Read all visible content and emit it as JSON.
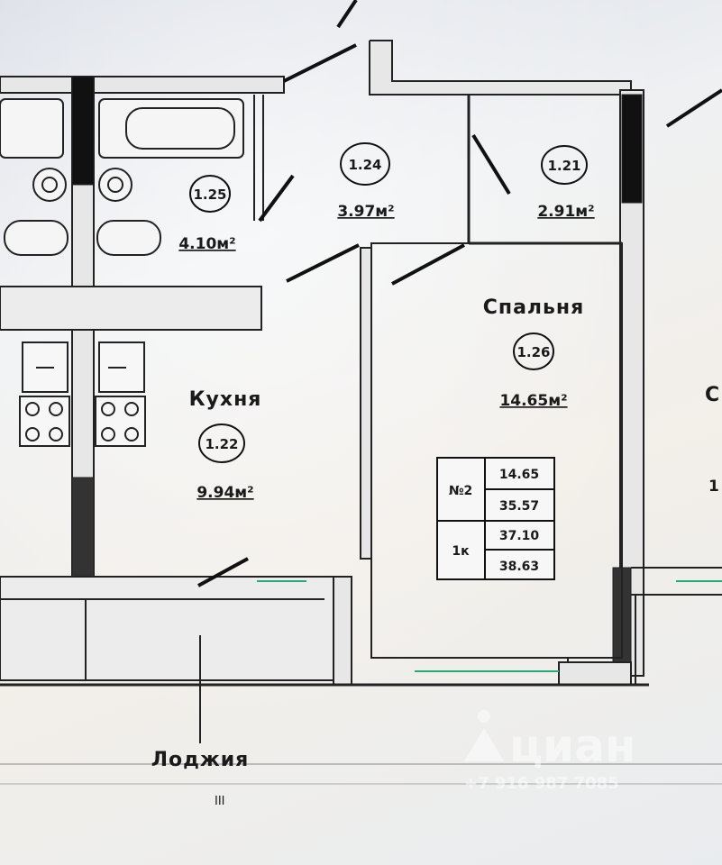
{
  "rooms": {
    "kitchen": {
      "name": "Кухня",
      "number": "1.22",
      "area": "9.94м²"
    },
    "bedroom": {
      "name": "Спальня",
      "number": "1.26",
      "area": "14.65м²"
    },
    "bathroom": {
      "number": "1.25",
      "area": "4.10м²"
    },
    "corridor": {
      "number": "1.24",
      "area": "3.97м²"
    },
    "wc": {
      "number": "1.21",
      "area": "2.91м²"
    },
    "loggia": {
      "name": "Лоджия"
    }
  },
  "apartment_table": {
    "id": "№2",
    "type": "1к",
    "values": [
      "14.65",
      "35.57",
      "37.10",
      "38.63"
    ]
  },
  "watermark": {
    "brand": "циан",
    "phone": "+7 916 987 7085"
  },
  "edge_text": {
    "right_letter": "С",
    "right_digit": "1"
  },
  "misc": {
    "scroll_mark": "III"
  }
}
